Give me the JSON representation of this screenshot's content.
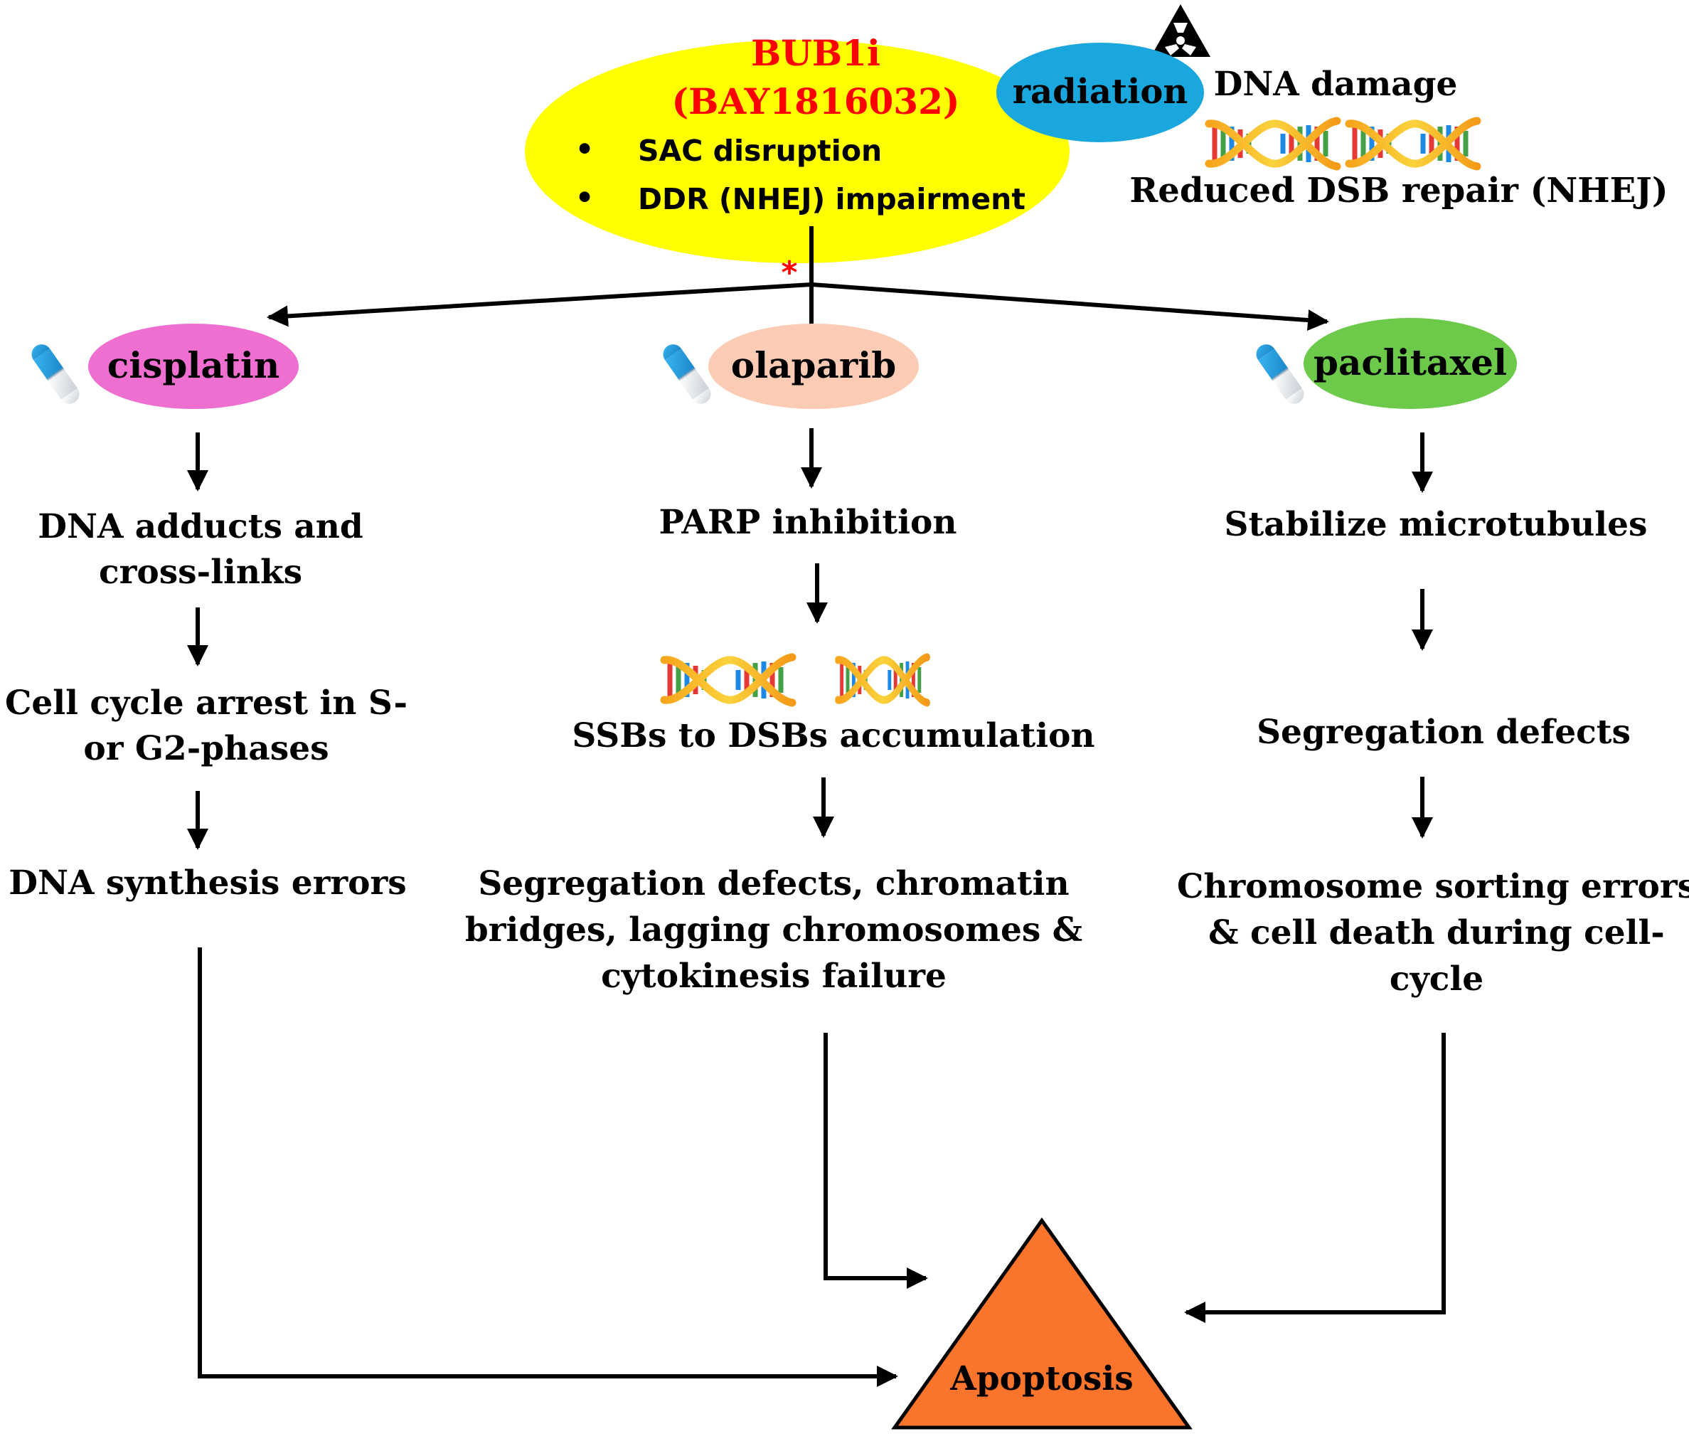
{
  "bub1i": {
    "title": "BUB1i",
    "subtitle": "(BAY1816032)",
    "bullets": [
      "SAC disruption",
      "DDR (NHEJ) impairment"
    ],
    "asterisk": "*"
  },
  "radiation": {
    "label": "radiation",
    "effect_top": "DNA damage",
    "effect_bottom": "Reduced DSB repair (NHEJ)"
  },
  "drugs": [
    {
      "name": "cisplatin",
      "steps": [
        [
          "DNA adducts and",
          "cross-links"
        ],
        [
          "Cell cycle arrest in S-",
          "or G2-phases"
        ],
        [
          "DNA synthesis errors"
        ]
      ]
    },
    {
      "name": "olaparib",
      "steps": [
        [
          "PARP inhibition"
        ],
        [
          "SSBs to DSBs accumulation"
        ],
        [
          "Segregation defects, chromatin",
          "bridges, lagging chromosomes &",
          "cytokinesis failure"
        ]
      ]
    },
    {
      "name": "paclitaxel",
      "steps": [
        [
          "Stabilize microtubules"
        ],
        [
          "Segregation defects"
        ],
        [
          "Chromosome sorting errors",
          "& cell death during cell-",
          "cycle"
        ]
      ]
    }
  ],
  "outcome": {
    "label": "Apoptosis"
  },
  "colors": {
    "bub1i_fill": "#ffff00",
    "bub1i_title": "#ff0000",
    "radiation_fill": "#1aa7de",
    "cisplatin_fill": "#ee6fd0",
    "olaparib_fill": "#fbcbb3",
    "paclitaxel_fill": "#6cc94a",
    "apoptosis_fill": "#fa742b"
  },
  "icons": [
    "capsule-icon",
    "dna-helix-icon",
    "radiation-hazard-icon"
  ]
}
